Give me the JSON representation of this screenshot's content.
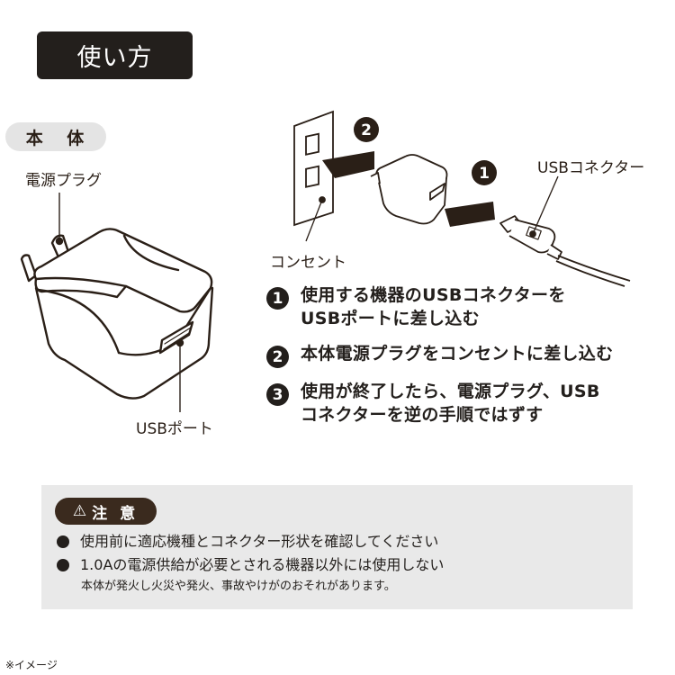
{
  "header": {
    "title": "使い方"
  },
  "body_section": {
    "label": "本 体",
    "callouts": {
      "power_plug": "電源プラグ",
      "usb_port": "USBポート"
    }
  },
  "diagram": {
    "callouts": {
      "outlet": "コンセント",
      "usb_connector": "USBコネクター"
    },
    "step_markers": [
      "1",
      "2"
    ]
  },
  "steps": [
    {
      "number": "1",
      "text_line1": "使用する機器のUSBコネクターを",
      "text_line2": "USBポートに差し込む"
    },
    {
      "number": "2",
      "text_line1": "本体電源プラグをコンセントに差し込む",
      "text_line2": ""
    },
    {
      "number": "3",
      "text_line1": "使用が終了したら、電源プラグ、USB",
      "text_line2": "コネクターを逆の手順ではずす"
    }
  ],
  "caution": {
    "badge_icon": "⚠",
    "badge_label": "注 意",
    "items": [
      {
        "text": "使用前に適応機種とコネクター形状を確認してください"
      },
      {
        "text": "1.0Aの電源供給が必要とされる機器以外には使用しない",
        "sub": "本体が発火し火災や発火、事故やけがのおそれがあります。"
      }
    ]
  },
  "footnote": "※イメージ",
  "colors": {
    "dark": "#231f1c",
    "brown": "#3a2a1e",
    "pill_gray": "#e4e4e4",
    "caution_bg": "#e9e9e9"
  }
}
